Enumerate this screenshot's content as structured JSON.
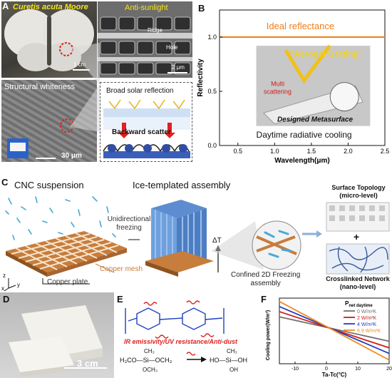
{
  "panels": {
    "a": {
      "label": "A",
      "butterfly_title": "Curetis acuta Moore",
      "scale_1cm": "1 cm",
      "sem_title": "Anti-sunlight",
      "sem_ridge": "Ridge",
      "sem_hole": "Hole",
      "sem_scale": "2 μm",
      "struct_title": "Structural whiteness",
      "struct_scale": "30 μm",
      "broad_title": "Broad solar reflection",
      "backward": "Backward scatter"
    },
    "b": {
      "label": "B",
      "ideal": "Ideal reflectance",
      "aerogel": "\"Aerogel Grating\"",
      "multi": "Multi\nscattering",
      "designed": "Designed Metasurface",
      "daytime": "Daytime radiative cooling",
      "ylabel": "Reflectivity",
      "xlabel": "Wavelength(μm)",
      "yticks": [
        "0.0",
        "0.5",
        "1.0"
      ],
      "xticks": [
        "0.5",
        "1.0",
        "1.5",
        "2.0",
        "2.5"
      ]
    },
    "c": {
      "label": "C",
      "cnc": "CNC suspension",
      "ice": "Ice-templated assembly",
      "unidir": "Unidirectional\nfreezing",
      "copper_mesh": "Copper mesh",
      "copper_plate": "Copper plate",
      "delta_t": "ΔT",
      "confined": "Confined 2D Freezing\nassembly",
      "surface": "Surface Topology\n(micro-level)",
      "plus": "+",
      "network": "Crosslinked Network\n(nano-level)",
      "ax_z": "z",
      "ax_x": "x",
      "ax_y": "y"
    },
    "d": {
      "label": "D",
      "scale": "3 cm"
    },
    "e": {
      "label": "E",
      "ir": "IR emissivity/UV resistance/Anti-dust",
      "silane_left": "H₃CO—Si—OCH₃",
      "silane_top": "CH₃",
      "silane_bottom": "OCH₃",
      "silane_right": "HO—Si—OH",
      "silane_right_top": "CH₃",
      "silane_right_bottom": "OH"
    },
    "f": {
      "label": "F",
      "title": "P",
      "title_sub": "net daytime",
      "ylabel": "Cooling power(W/m²)",
      "xlabel": "Ta-Tc(°C)",
      "xticks": [
        "-10",
        "0",
        "10",
        "20"
      ]
    }
  },
  "chart_data": {
    "type": "line",
    "title": "Pnet daytime",
    "xlabel": "Ta-Tc(°C)",
    "ylabel": "Cooling power(W/m²)",
    "xlim": [
      -15,
      20
    ],
    "series": [
      {
        "name": "0 W/m²K",
        "color": "#707070",
        "x": [
          -15,
          20
        ],
        "y": [
          150,
          20
        ]
      },
      {
        "name": "2 W/m²K",
        "color": "#d41a1a",
        "x": [
          -15,
          20
        ],
        "y": [
          178,
          -15
        ]
      },
      {
        "name": "4 W/m²K",
        "color": "#1f3fbf",
        "x": [
          -15,
          20
        ],
        "y": [
          205,
          -45
        ]
      },
      {
        "name": "6.9 W/m²K",
        "color": "#f08a1e",
        "x": [
          -15,
          20
        ],
        "y": [
          232,
          -80
        ]
      }
    ],
    "ylim": [
      -100,
      250
    ]
  },
  "reflect_chart": {
    "type": "line",
    "xlabel": "Wavelength(μm)",
    "ylabel": "Reflectivity",
    "xlim": [
      0.25,
      2.5
    ],
    "ylim": [
      0,
      1.25
    ],
    "series": [
      {
        "name": "Ideal reflectance",
        "color": "#f07d1a",
        "x": [
          0.25,
          2.5
        ],
        "y": [
          1.0,
          1.0
        ]
      }
    ]
  }
}
